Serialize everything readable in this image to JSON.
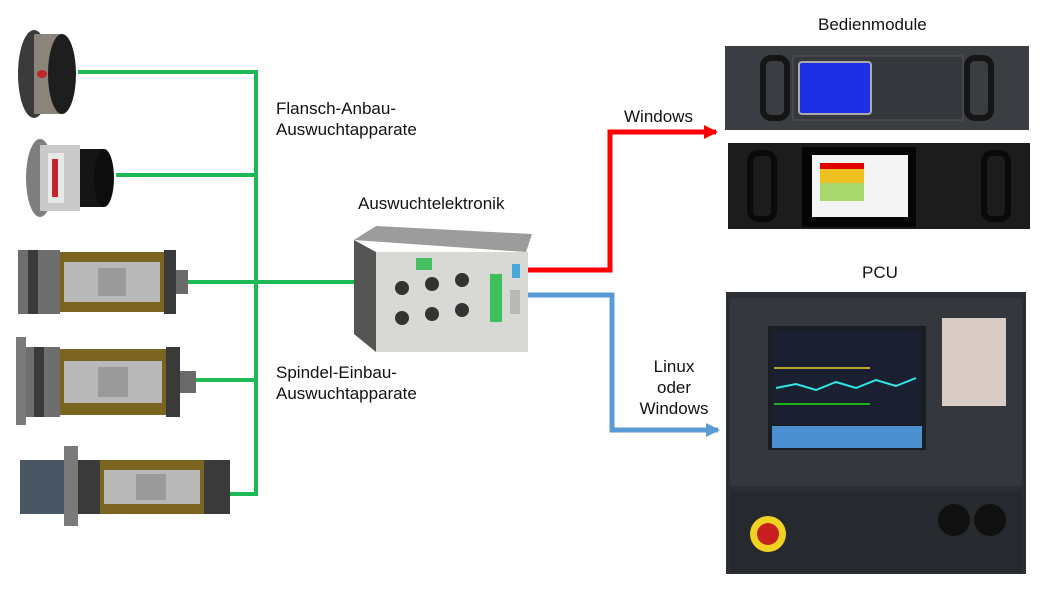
{
  "labels": {
    "flange_group": [
      "Flansch-Anbau-",
      "Auswuchtapparate"
    ],
    "spindle_group": [
      "Spindel-Einbau-",
      "Auswuchtapparate"
    ],
    "electronics": "Auswuchtelektronik",
    "operator_modules": "Bedienmodule",
    "pcu": "PCU",
    "link_windows": "Windows",
    "link_linux_windows": [
      "Linux",
      "oder",
      "Windows"
    ]
  },
  "connections": [
    {
      "from": "balancers",
      "to": "electronics",
      "color": "#1db954",
      "kind": "sensor-bus"
    },
    {
      "from": "electronics",
      "to": "operator_modules",
      "color": "#ff0000",
      "os": "Windows"
    },
    {
      "from": "electronics",
      "to": "pcu",
      "color": "#5b9bd5",
      "os": "Linux oder Windows"
    }
  ],
  "devices": {
    "flange_balancers": 2,
    "spindle_balancers": 3,
    "operator_modules": 2
  }
}
